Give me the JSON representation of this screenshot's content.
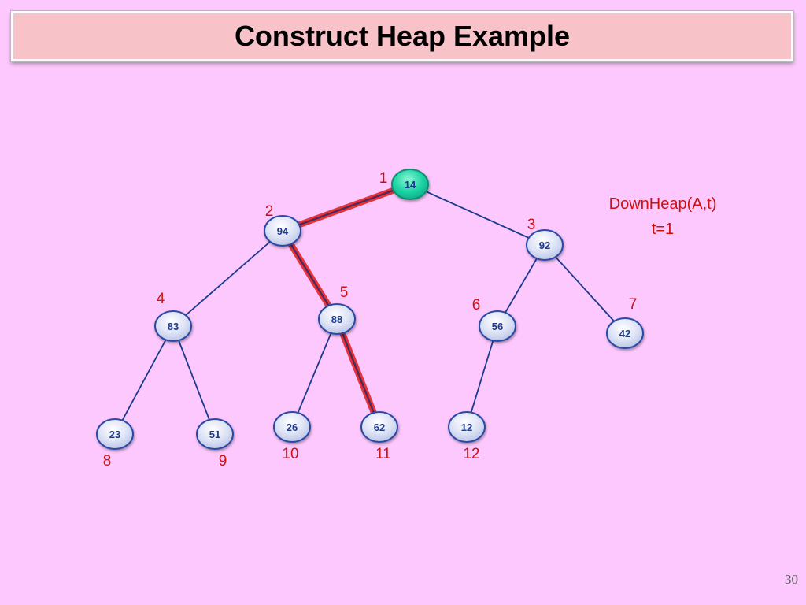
{
  "title": "Construct Heap Example",
  "operation": {
    "call": "DownHeap(A,t)",
    "param": "t=1"
  },
  "page_number": "30",
  "colors": {
    "background": "#fdc8fd",
    "title_fill": "#f7c3c8",
    "node_fill": "#dde3f5",
    "node_stroke": "#2b4aa6",
    "active_node_fill": "#1fd6a6",
    "edge": "#1a3a8f",
    "highlight": "#e0262b",
    "index_text": "#cc1111"
  },
  "nodes": [
    {
      "index": "1",
      "value": "14",
      "active": true
    },
    {
      "index": "2",
      "value": "94"
    },
    {
      "index": "3",
      "value": "92"
    },
    {
      "index": "4",
      "value": "83"
    },
    {
      "index": "5",
      "value": "88"
    },
    {
      "index": "6",
      "value": "56"
    },
    {
      "index": "7",
      "value": "42"
    },
    {
      "index": "8",
      "value": "23"
    },
    {
      "index": "9",
      "value": "51"
    },
    {
      "index": "10",
      "value": "26"
    },
    {
      "index": "11",
      "value": "62"
    },
    {
      "index": "12",
      "value": "12"
    }
  ],
  "edges": [
    {
      "from": "1",
      "to": "2",
      "highlighted": true
    },
    {
      "from": "1",
      "to": "3"
    },
    {
      "from": "2",
      "to": "4"
    },
    {
      "from": "2",
      "to": "5",
      "highlighted": true
    },
    {
      "from": "3",
      "to": "6"
    },
    {
      "from": "3",
      "to": "7"
    },
    {
      "from": "4",
      "to": "8"
    },
    {
      "from": "4",
      "to": "9"
    },
    {
      "from": "5",
      "to": "10"
    },
    {
      "from": "5",
      "to": "11",
      "highlighted": true
    },
    {
      "from": "6",
      "to": "12"
    }
  ]
}
